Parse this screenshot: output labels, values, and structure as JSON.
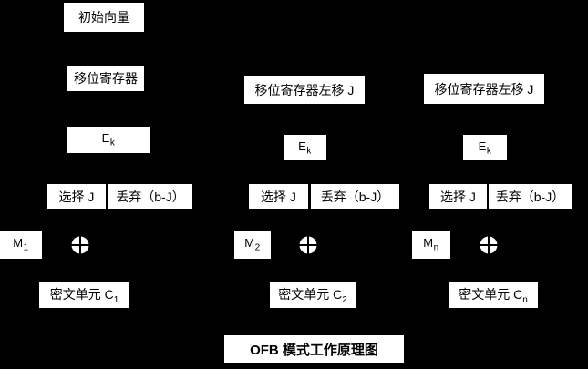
{
  "diagram": {
    "title": "OFB 模式工作原理图",
    "colors": {
      "background": "#000000",
      "box_fill": "#ffffff",
      "text": "#000000"
    },
    "xor_symbol": "⊕",
    "columns": [
      {
        "input_label": "初始向量",
        "register_label": "移位寄存器",
        "cipher_base": "E",
        "cipher_sub": "k",
        "select_label": "选择 J",
        "discard_label": "丢弃（b-J）",
        "message_base": "M",
        "message_sub": "1",
        "output_base": "密文单元 C",
        "output_sub": "1"
      },
      {
        "register_label": "移位寄存器左移 J",
        "cipher_base": "E",
        "cipher_sub": "k",
        "select_label": "选择 J",
        "discard_label": "丢弃（b-J）",
        "message_base": "M",
        "message_sub": "2",
        "output_base": "密文单元 C",
        "output_sub": "2"
      },
      {
        "register_label": "移位寄存器左移 J",
        "cipher_base": "E",
        "cipher_sub": "k",
        "select_label": "选择 J",
        "discard_label": "丢弃（b-J）",
        "message_base": "M",
        "message_sub": "n",
        "output_base": "密文单元 C",
        "output_sub": "n"
      }
    ]
  }
}
